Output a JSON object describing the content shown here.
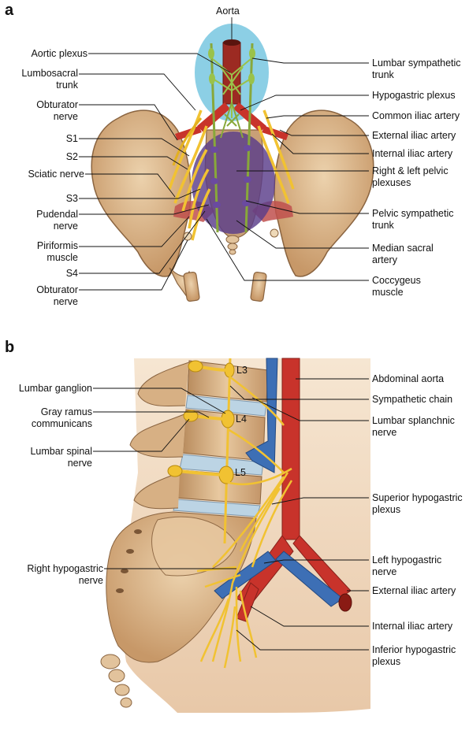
{
  "panels": {
    "a": "a",
    "b": "b"
  },
  "colors": {
    "bone": "#d9b48a",
    "bone_dark": "#a97f55",
    "nerve": "#f1c232",
    "artery": "#c8332b",
    "vein": "#3d6fb5",
    "aorta_region": "#78c7e0",
    "pelvic_region": "#5a3d8a",
    "muscle": "#c0504d"
  },
  "panel_a": {
    "top": "Aorta",
    "left": {
      "aortic_plexus": "Aortic plexus",
      "lumbosacral_trunk": [
        "Lumbosacral",
        "trunk"
      ],
      "obturator_nerve": [
        "Obturator",
        "nerve"
      ],
      "s1": "S1",
      "s2": "S2",
      "sciatic_nerve": "Sciatic nerve",
      "s3": "S3",
      "pudendal_nerve": [
        "Pudendal",
        "nerve"
      ],
      "piriformis_muscle": [
        "Piriformis",
        "muscle"
      ],
      "s4": "S4",
      "obturator_nerve_2": [
        "Obturator",
        "nerve"
      ]
    },
    "right": {
      "lumbar_sympathetic_trunk": [
        "Lumbar sympathetic",
        "trunk"
      ],
      "hypogastric_plexus": "Hypogastric plexus",
      "common_iliac_artery": "Common iliac artery",
      "external_iliac_artery": "External iliac artery",
      "internal_iliac_artery": "Internal iliac artery",
      "pelvic_plexuses": [
        "Right & left pelvic",
        "plexuses"
      ],
      "pelvic_sympathetic_trunk": [
        "Pelvic sympathetic",
        "trunk"
      ],
      "median_sacral_artery": [
        "Median sacral",
        "artery"
      ],
      "coccygeus_muscle": [
        "Coccygeus",
        "muscle"
      ]
    }
  },
  "panel_b": {
    "vertebrae": {
      "l3": "L3",
      "l4": "L4",
      "l5": "L5"
    },
    "left": {
      "lumbar_ganglion": "Lumbar ganglion",
      "gray_ramus": [
        "Gray ramus",
        "communicans"
      ],
      "lumbar_spinal_nerve": [
        "Lumbar spinal",
        "nerve"
      ],
      "right_hypogastric_nerve": [
        "Right hypogastric",
        "nerve"
      ]
    },
    "right": {
      "abdominal_aorta": "Abdominal aorta",
      "sympathetic_chain": "Sympathetic chain",
      "lumbar_splanchnic": [
        "Lumbar splanchnic",
        "nerve"
      ],
      "superior_hypogastric": [
        "Superior hypogastric",
        "plexus"
      ],
      "left_hypogastric": [
        "Left hypogastric",
        "nerve"
      ],
      "external_iliac": "External iliac artery",
      "internal_iliac": "Internal iliac artery",
      "inferior_hypogastric": [
        "Inferior hypogastric",
        "plexus"
      ]
    }
  }
}
